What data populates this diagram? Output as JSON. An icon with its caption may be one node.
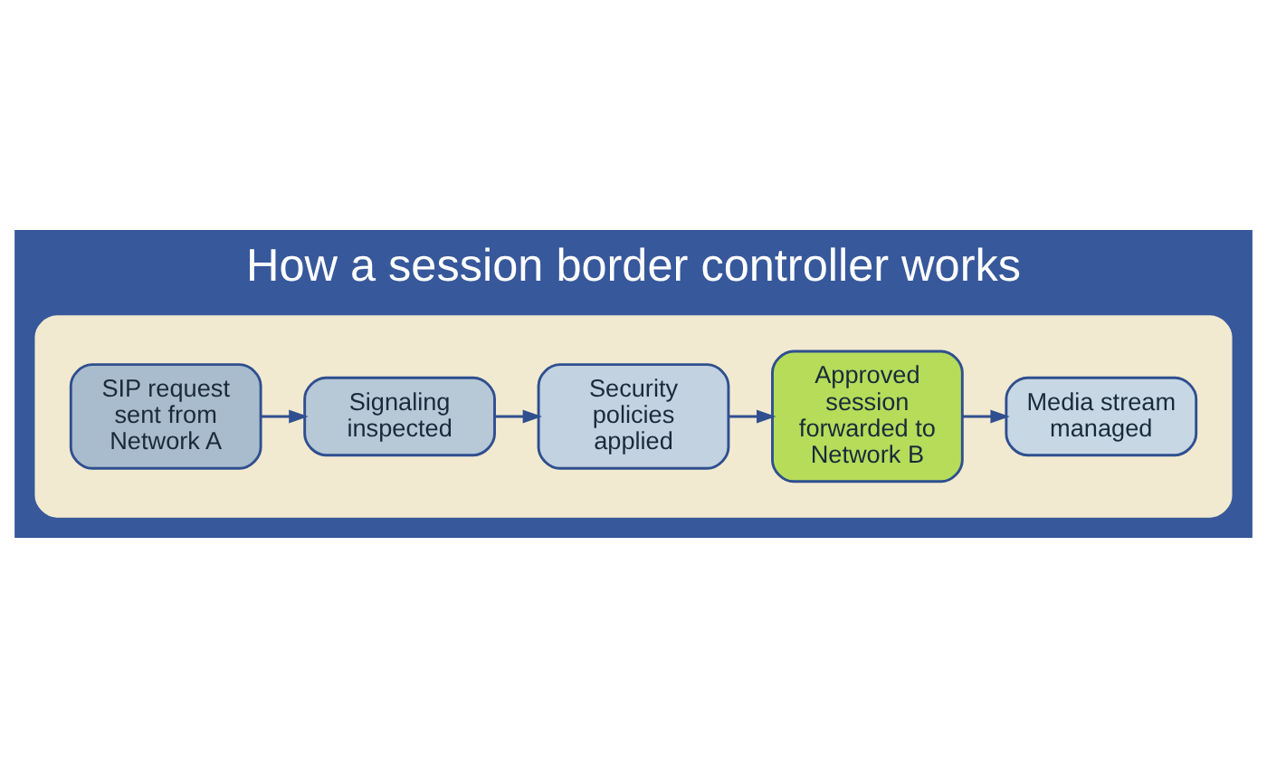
{
  "diagram": {
    "title": "How a session border controller works",
    "nodes": [
      {
        "text": [],
        "shape": "box"
      },
      {
        "text": [
          "SIP request sent from Network A"
        ],
        "in": 0
      },
      {
        "text": [
          "Signaling inspected"
        ],
        "in": 0
      },
      {
        "text": [
          "Security policies applied"
        ],
        "in": 0
      },
      {
        "text": [
          "Approved session forwarded to Network B"
        ],
        "in": 0
      },
      {
        "text": [
          "Media stream managed"
        ],
        "in": 0
      }
    ],
    "edges": [
      {
        "from": 1,
        "to": 2,
        "arrow": "to"
      },
      {
        "from": 2,
        "to": 3,
        "arrow": "to"
      },
      {
        "from": 3,
        "to": 4,
        "arrow": "to"
      },
      {
        "from": 4,
        "to": 5,
        "arrow": "to"
      }
    ]
  }
}
